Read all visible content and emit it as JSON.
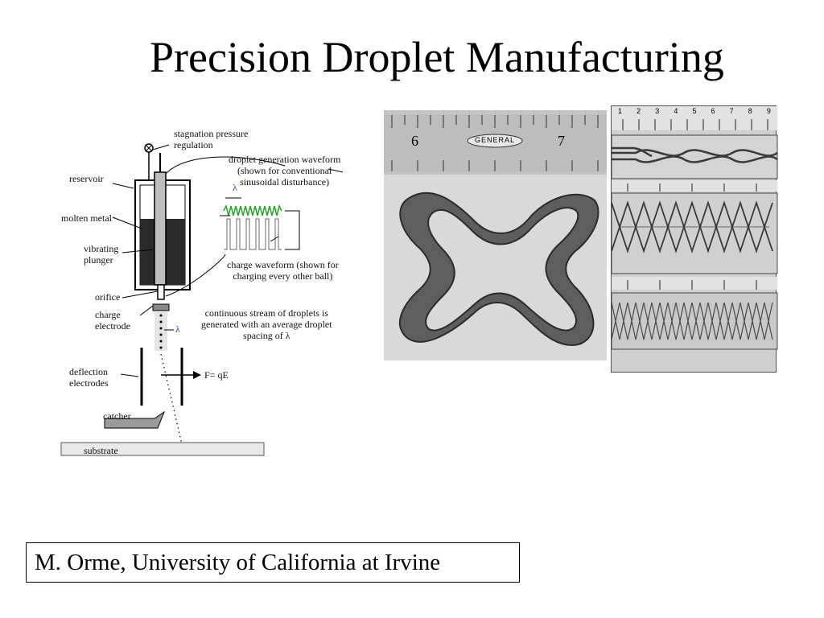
{
  "slide": {
    "title": "Precision Droplet Manufacturing",
    "credit": "M. Orme, University of California at Irvine"
  },
  "diagram": {
    "labels": {
      "stagnation": [
        "stagnation pressure",
        "regulation"
      ],
      "waveform": [
        "droplet generation waveform",
        "(shown for conventional",
        "sinusoidal disturbance)"
      ],
      "reservoir": "reservoir",
      "molten_metal": "molten metal",
      "vibrating_plunger": [
        "vibrating",
        "plunger"
      ],
      "charge_waveform": [
        "charge waveform (shown for",
        "charging every other ball)"
      ],
      "orifice": "orifice",
      "charge_electrode": [
        "charge",
        "electrode"
      ],
      "stream": [
        "continuous stream of droplets is",
        "generated with an average droplet",
        "spacing of λ"
      ],
      "lambda": "λ",
      "deflection": [
        "deflection",
        "electrodes"
      ],
      "force": "F= qE",
      "catcher": "catcher",
      "substrate": "substrate"
    }
  },
  "ruler": {
    "left_numbers": [
      "6",
      "7"
    ],
    "brand": "GENERAL",
    "right_numbers": [
      "1",
      "2",
      "3",
      "4",
      "5",
      "6",
      "7",
      "8",
      "9"
    ]
  }
}
